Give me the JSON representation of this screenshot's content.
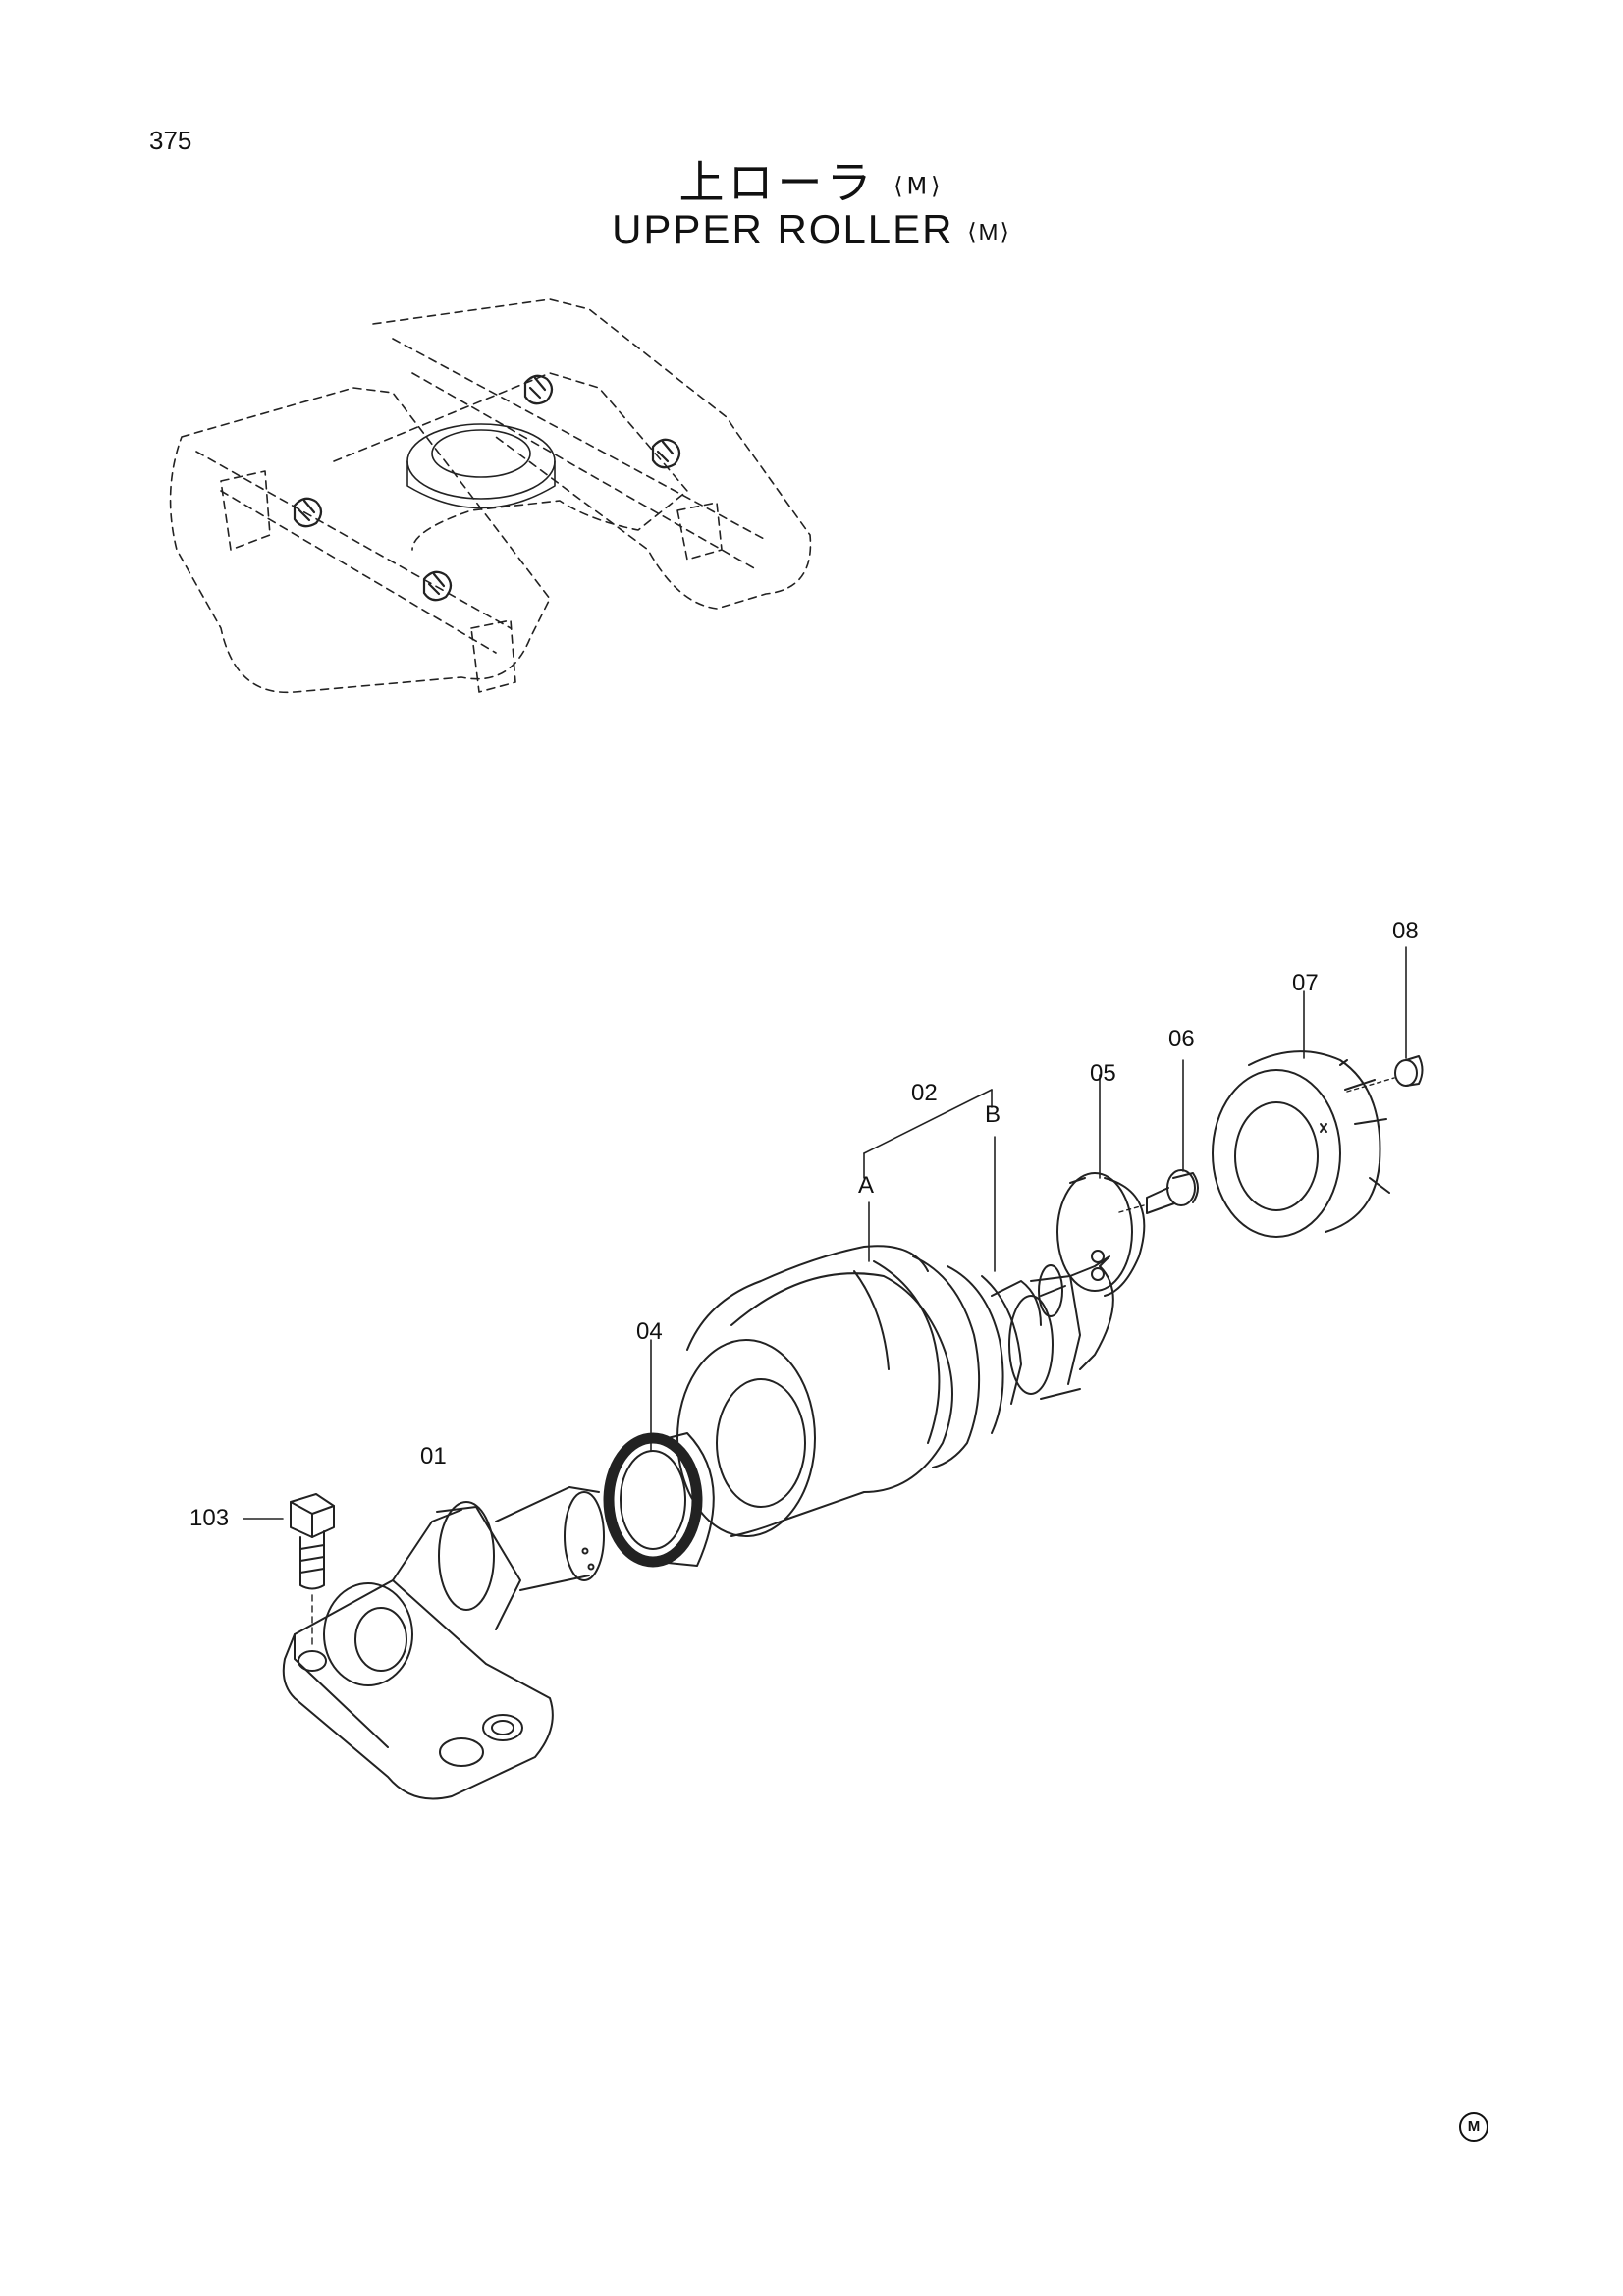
{
  "page_number": "375",
  "title_jp": "上ローラ",
  "title_en": "UPPER ROLLER",
  "variant_tag": "⟨M⟩",
  "part_labels": {
    "p01": "01",
    "p02": "02",
    "a": "A",
    "b": "B",
    "p04": "04",
    "p05": "05",
    "p06": "06",
    "p07": "07",
    "p08": "08",
    "p103": "103"
  },
  "footer_mark": "M"
}
